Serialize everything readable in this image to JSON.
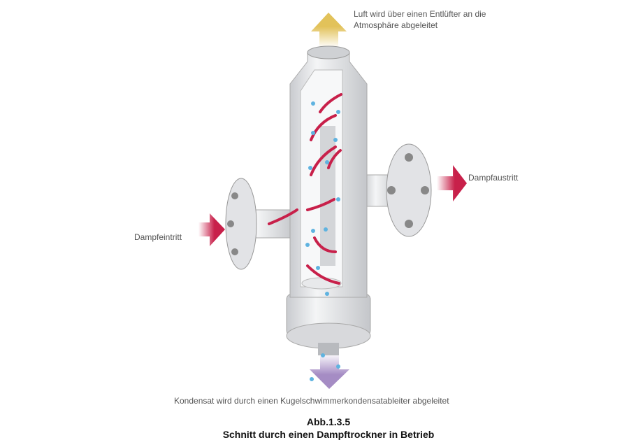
{
  "labels": {
    "air_out": [
      "Luft wird über einen Entlüfter an die",
      "Atmosphäre abgeleitet"
    ],
    "steam_out": "Dampfaustritt",
    "steam_in": "Dampfeintritt",
    "condensate": "Kondensat wird durch einen Kugelschwimmerkondensatableiter abgeleitet"
  },
  "caption": {
    "number": "Abb.1.3.5",
    "title": "Schnitt durch einen Dampftrockner in Betrieb"
  },
  "colors": {
    "air_arrow": "#e2c25a",
    "steam_arrow": "#c8204a",
    "condensate_arrow": "#a58cc4",
    "droplet": "#5fb3e0",
    "metal": "#e6e7e9"
  }
}
